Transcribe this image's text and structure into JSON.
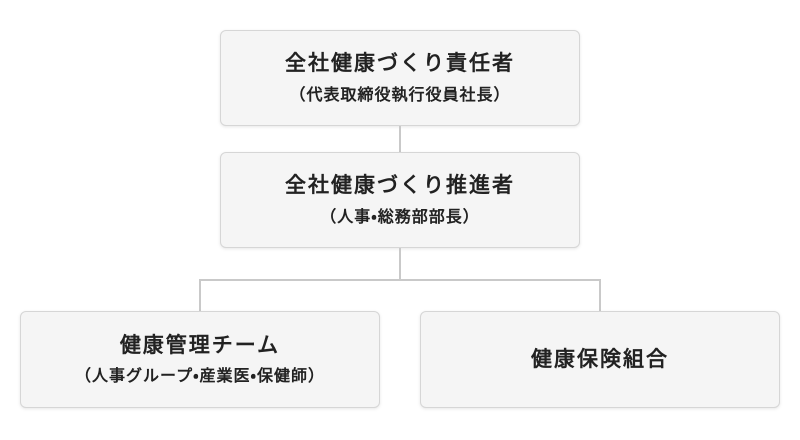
{
  "org_chart": {
    "nodes": [
      {
        "title": "全社健康づくり責任者",
        "subtitle": "（代表取締役執行役員社長）"
      },
      {
        "title": "全社健康づくり推進者",
        "subtitle": "（人事・総務部部長）"
      },
      {
        "title": "健康管理チーム",
        "subtitle": "（人事グループ・産業医・保健師）"
      },
      {
        "title": "健康保険組合"
      }
    ],
    "colors": {
      "box_fill": "#f5f5f5",
      "box_border": "#d6d6d6",
      "connector": "#c9c9c9",
      "text": "#222222",
      "page_bg": "#ffffff"
    }
  }
}
